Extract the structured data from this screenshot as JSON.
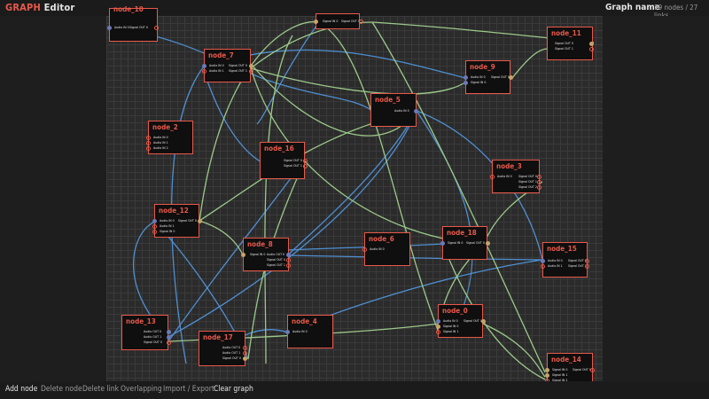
{
  "app": {
    "title_accent": "GRAPH",
    "title_rest": "Editor",
    "graph_name": "Graph name",
    "stats": "19 nodes / 27 links"
  },
  "colors": {
    "accent": "#e8594a",
    "link_blue": "#4f8fd1",
    "link_green": "#9cc98a"
  },
  "toolbar": [
    {
      "label": "Add node",
      "active": true
    },
    {
      "label": "Delete node",
      "active": false
    },
    {
      "label": "Delete link",
      "active": false
    },
    {
      "label": "Overlapping",
      "active": false
    },
    {
      "label": "Import / Export",
      "active": false
    },
    {
      "label": "Clear graph",
      "active": true
    }
  ],
  "nodes": [
    {
      "id": "node_10",
      "title": "node_10",
      "inputs": [
        "Audio IN 0"
      ],
      "outputs": [
        "Signal OUT 0"
      ]
    },
    {
      "id": "node_7",
      "title": "node_7",
      "inputs": [
        "Audio IN 0",
        "Audio IN 1"
      ],
      "outputs": [
        "Signal OUT 0",
        "Signal OUT 1"
      ]
    },
    {
      "id": "node_top",
      "title": "",
      "inputs": [
        "Signal IN 0"
      ],
      "outputs": [
        "Signal OUT 0"
      ]
    },
    {
      "id": "node_11",
      "title": "node_11",
      "inputs": [],
      "outputs": [
        "Signal OUT 0",
        "Signal OUT 1"
      ]
    },
    {
      "id": "node_9",
      "title": "node_9",
      "inputs": [
        "Audio IN 0",
        "Signal IN 0"
      ],
      "outputs": [
        "Signal OUT 0"
      ]
    },
    {
      "id": "node_5",
      "title": "node_5",
      "inputs": [],
      "outputs": [
        "Audio IN 0"
      ]
    },
    {
      "id": "node_2",
      "title": "node_2",
      "inputs": [
        "Audio IN 0",
        "Audio IN 1",
        "Audio IN 2"
      ],
      "outputs": []
    },
    {
      "id": "node_16",
      "title": "node_16",
      "inputs": [],
      "outputs": [
        "Signal OUT 0",
        "Signal OUT 1"
      ]
    },
    {
      "id": "node_3",
      "title": "node_3",
      "inputs": [
        "Audio IN 0"
      ],
      "outputs": [
        "Signal OUT 0",
        "Signal OUT 1",
        "Signal OUT 2"
      ]
    },
    {
      "id": "node_12",
      "title": "node_12",
      "inputs": [
        "Audio IN 0",
        "Audio IN 1",
        "Signal IN 0"
      ],
      "outputs": [
        "Signal OUT 0"
      ]
    },
    {
      "id": "node_6",
      "title": "node_6",
      "inputs": [
        "Audio IN 0"
      ],
      "outputs": []
    },
    {
      "id": "node_18",
      "title": "node_18",
      "inputs": [
        "Signal IN 0"
      ],
      "outputs": [
        "Signal OUT 0"
      ]
    },
    {
      "id": "node_15",
      "title": "node_15",
      "inputs": [
        "Audio IN 0",
        "Audio IN 1"
      ],
      "outputs": [
        "Signal OUT 0",
        "Signal OUT 1"
      ]
    },
    {
      "id": "node_8",
      "title": "node_8",
      "inputs": [
        "Signal IN 0"
      ],
      "outputs": [
        "Audio OUT 0",
        "Signal OUT 0",
        "Signal OUT 1"
      ]
    },
    {
      "id": "node_0",
      "title": "node_0",
      "inputs": [
        "Audio IN 0",
        "Signal IN 0",
        "Signal IN 1"
      ],
      "outputs": [
        "Signal OUT 0"
      ]
    },
    {
      "id": "node_13",
      "title": "node_13",
      "inputs": [],
      "outputs": [
        "Audio OUT 0",
        "Audio OUT 1",
        "Signal OUT 0"
      ]
    },
    {
      "id": "node_4",
      "title": "node_4",
      "inputs": [
        "Audio IN 0"
      ],
      "outputs": []
    },
    {
      "id": "node_17",
      "title": "node_17",
      "inputs": [],
      "outputs": [
        "Audio OUT 0",
        "Audio OUT 1",
        "Signal OUT 0"
      ]
    },
    {
      "id": "node_14",
      "title": "node_14",
      "inputs": [
        "Signal IN 0",
        "Signal IN 1",
        "Signal IN 2"
      ],
      "outputs": [
        "Signal OUT 0"
      ]
    }
  ]
}
